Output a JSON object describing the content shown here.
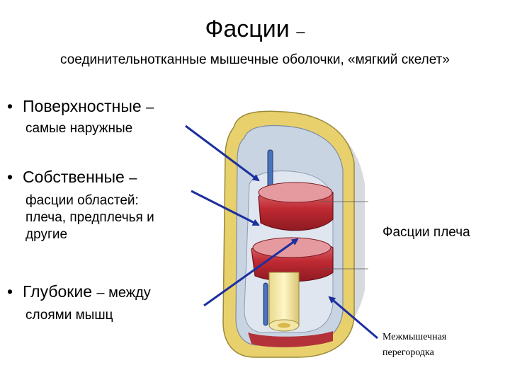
{
  "title": "Фасции",
  "title_dash": "–",
  "subtitle": "соединительнотканные мышечные оболочки, «мягкий скелет»",
  "bullets": [
    {
      "heading": "Поверхностные",
      "dash": "–",
      "text": "самые наружные"
    },
    {
      "heading": "Собственные",
      "dash": "–",
      "text_lines": [
        "фасции областей:",
        "плеча, предплечья и",
        "другие"
      ]
    },
    {
      "heading": "Глубокие",
      "dash": "– между",
      "text": "слоями мышц"
    }
  ],
  "labels": {
    "shoulder_fascia": "Фасции плеча",
    "septum_line1": "Межмышечная",
    "septum_line2": "перегородка"
  },
  "colors": {
    "arrow": "#1c2f9e",
    "skin": "#e6cf6a",
    "muscle": "#c8323a",
    "fascia": "#c9d4e2"
  }
}
